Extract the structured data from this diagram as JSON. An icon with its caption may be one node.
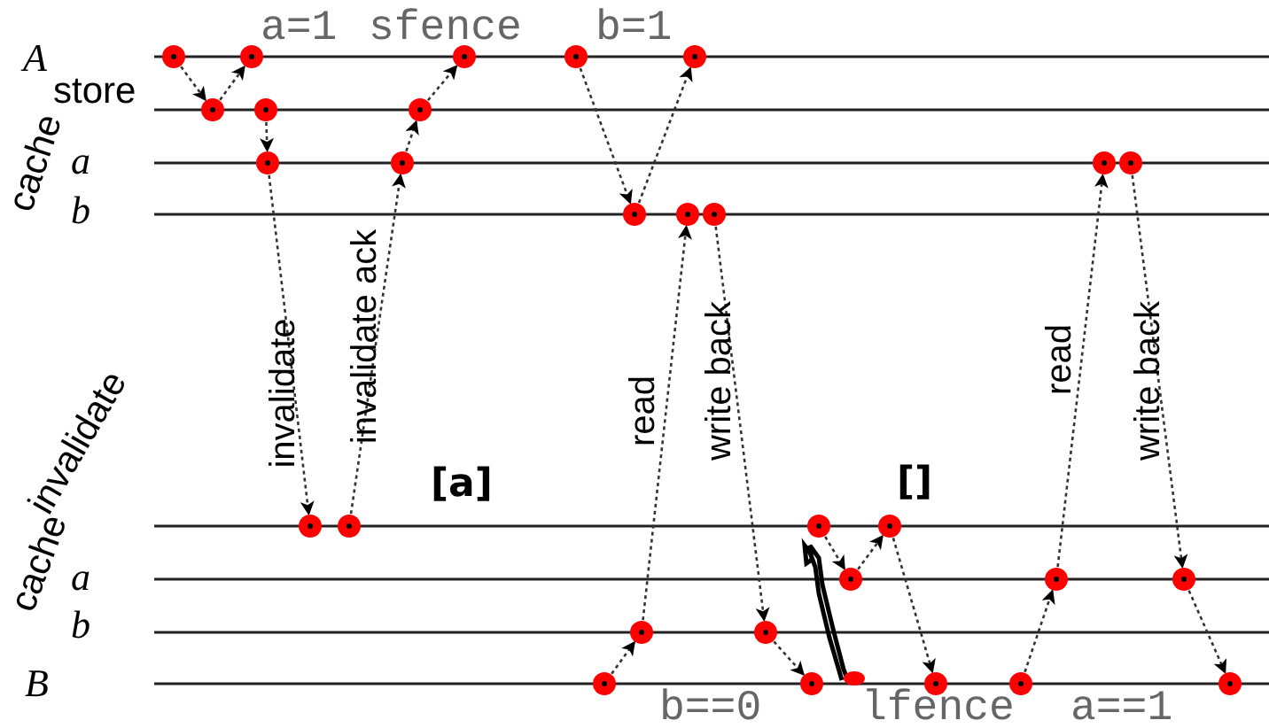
{
  "diagram": {
    "nodes": [
      {
        "text": [],
        "shape": "circle"
      },
      {
        "text": [],
        "shape": "circle"
      },
      {
        "text": [],
        "shape": "circle"
      },
      {
        "text": [],
        "shape": "circle"
      },
      {
        "text": [],
        "shape": "circle"
      },
      {
        "text": [],
        "shape": "circle"
      },
      {
        "text": [],
        "shape": "circle"
      },
      {
        "text": [],
        "shape": "circle"
      },
      {
        "text": [],
        "shape": "circle"
      },
      {
        "text": [],
        "shape": "circle"
      },
      {
        "text": [],
        "shape": "circle"
      },
      {
        "text": [],
        "shape": "circle"
      },
      {
        "text": [],
        "shape": "circle"
      },
      {
        "text": [],
        "shape": "circle"
      },
      {
        "text": [],
        "shape": "circle"
      },
      {
        "text": [],
        "shape": "circle"
      },
      {
        "text": [],
        "shape": "circle"
      },
      {
        "text": [],
        "shape": "circle"
      },
      {
        "text": [],
        "shape": "circle"
      },
      {
        "text": [],
        "shape": "circle"
      },
      {
        "text": [],
        "shape": "circle"
      },
      {
        "text": [],
        "shape": "circle"
      },
      {
        "text": [],
        "shape": "circle"
      },
      {
        "text": [],
        "shape": "circle"
      },
      {
        "text": [],
        "shape": "circle"
      },
      {
        "text": [],
        "shape": "circle"
      },
      {
        "text": [],
        "shape": "circle"
      },
      {
        "text": [],
        "shape": "circle"
      },
      {
        "text": [],
        "shape": "circle"
      }
    ],
    "edges": [
      {
        "from": 0,
        "to": 5,
        "arrow": "to",
        "style": "dashed"
      },
      {
        "from": 5,
        "to": 1,
        "arrow": "to",
        "style": "dashed"
      },
      {
        "from": 6,
        "to": 8,
        "arrow": "to",
        "style": "dashed"
      },
      {
        "from": 8,
        "to": 15,
        "arrow": "to",
        "style": "dashed",
        "label": "invalidate"
      },
      {
        "from": 16,
        "to": 9,
        "arrow": "to",
        "style": "dashed",
        "label": "invalidate ack"
      },
      {
        "from": 9,
        "to": 7,
        "arrow": "to",
        "style": "dashed"
      },
      {
        "from": 7,
        "to": 2,
        "arrow": "to",
        "style": "dashed"
      },
      {
        "from": 3,
        "to": 12,
        "arrow": "to",
        "style": "dashed"
      },
      {
        "from": 12,
        "to": 4,
        "arrow": "to",
        "style": "dashed"
      },
      {
        "from": 24,
        "to": 22,
        "arrow": "to",
        "style": "dashed"
      },
      {
        "from": 22,
        "to": 13,
        "arrow": "to",
        "style": "dashed",
        "label": "read"
      },
      {
        "from": 14,
        "to": 23,
        "arrow": "to",
        "style": "dashed",
        "label": "write back"
      },
      {
        "from": 23,
        "to": 25,
        "arrow": "to",
        "style": "dashed"
      },
      {
        "from": 17,
        "to": 19,
        "arrow": "to",
        "style": "dashed"
      },
      {
        "from": 19,
        "to": 18,
        "arrow": "to",
        "style": "dashed"
      },
      {
        "from": 18,
        "to": 26,
        "arrow": "to",
        "style": "dashed"
      },
      {
        "from": 27,
        "to": 20,
        "arrow": "to",
        "style": "dashed"
      },
      {
        "from": 20,
        "to": 10,
        "arrow": "to",
        "style": "dashed",
        "label": "read"
      },
      {
        "from": 11,
        "to": 21,
        "arrow": "to",
        "style": "dashed",
        "label": "write back"
      },
      {
        "from": 21,
        "to": 28,
        "arrow": "to",
        "style": "dashed"
      }
    ],
    "labels": [
      "a=1",
      "sfence",
      "b=1",
      "A",
      "store",
      "cache",
      "a",
      "b",
      "[a]",
      "[]",
      "invalidate",
      "cache",
      "a",
      "b",
      "B",
      "b==0",
      "lfence",
      "a==1"
    ]
  }
}
